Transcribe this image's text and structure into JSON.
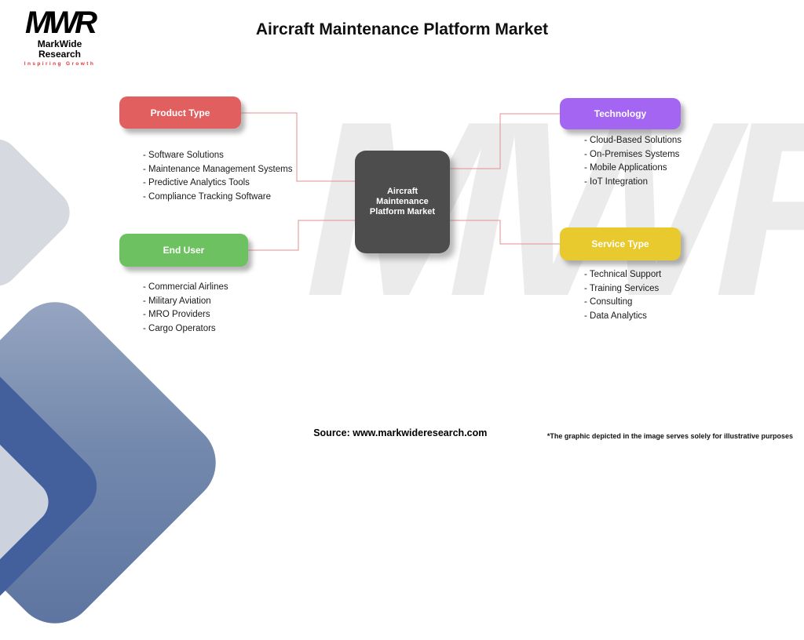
{
  "title": "Aircraft Maintenance Platform Market",
  "logo": {
    "acronym": "MWR",
    "name": "MarkWide Research",
    "tagline": "Inspiring Growth",
    "tagline_color": "#e23535"
  },
  "watermark": "MWR",
  "center_node": {
    "line1": "Aircraft Maintenance",
    "line2": "Platform Market",
    "color": "#4d4d4d"
  },
  "connector_color": "#e09090",
  "segments": {
    "product_type": {
      "label": "Product Type",
      "color": "#e25f5f",
      "items": [
        "- Software Solutions",
        "- Maintenance Management Systems",
        "- Predictive Analytics Tools",
        "- Compliance Tracking Software"
      ]
    },
    "technology": {
      "label": "Technology",
      "color": "#a466f2",
      "items": [
        "- Cloud-Based Solutions",
        "- On-Premises Systems",
        "- Mobile Applications",
        "- IoT Integration"
      ]
    },
    "end_user": {
      "label": "End User",
      "color": "#6dc160",
      "items": [
        "- Commercial Airlines",
        "- Military Aviation",
        "- MRO Providers",
        "- Cargo Operators"
      ]
    },
    "service_type": {
      "label": "Service Type",
      "color": "#e8ca2e",
      "items": [
        "- Technical Support",
        "- Training Services",
        "- Consulting",
        "- Data Analytics"
      ]
    }
  },
  "footer": {
    "source": "Source: www.markwideresearch.com",
    "disclaimer": "*The graphic depicted in the image serves solely for illustrative purposes"
  }
}
